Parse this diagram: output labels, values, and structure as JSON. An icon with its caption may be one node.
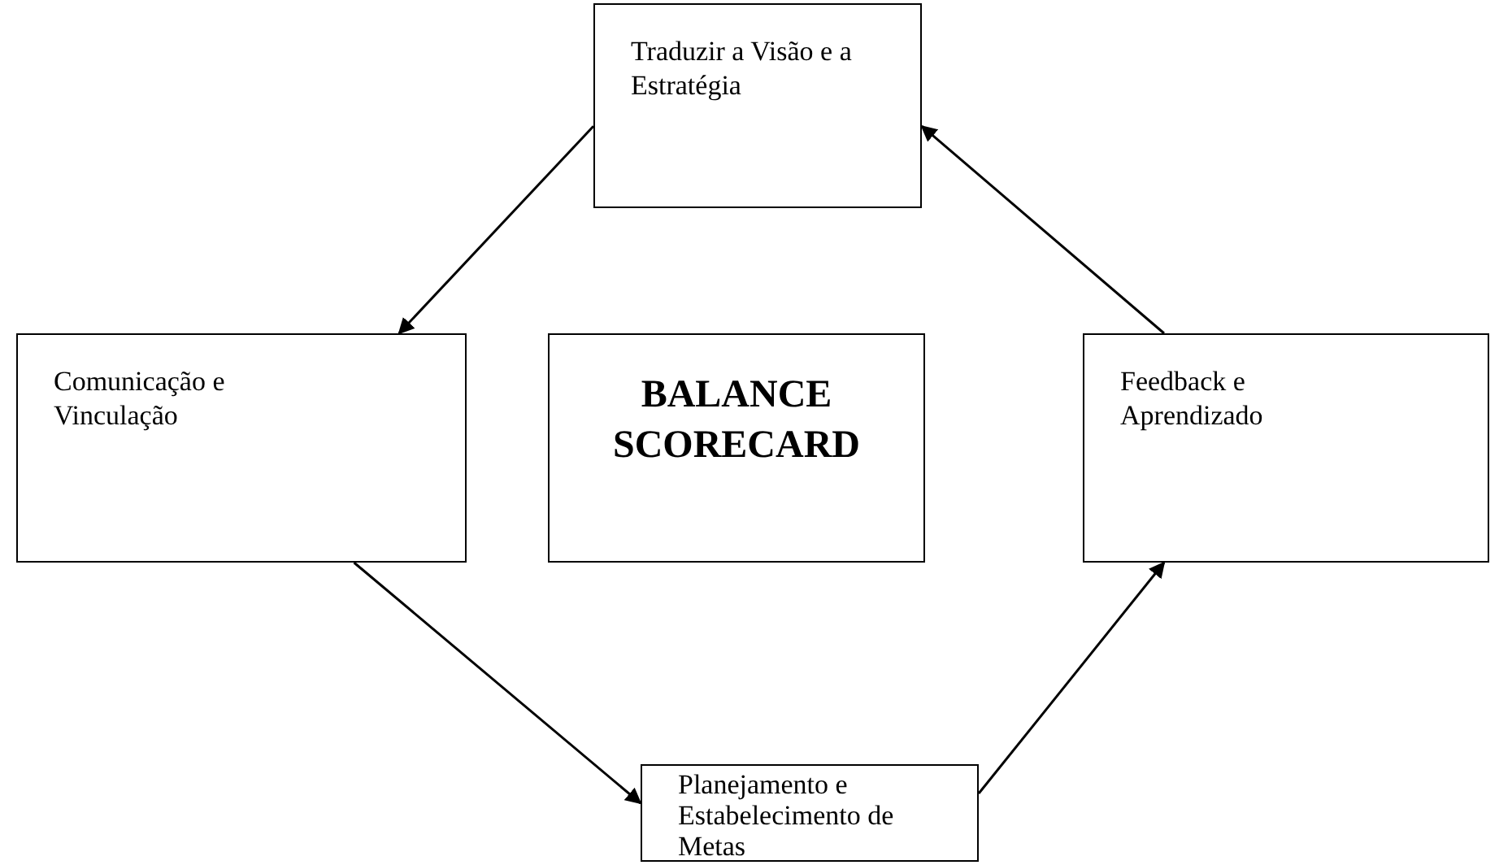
{
  "diagram": {
    "nodes": [
      {
        "text": [
          "Traduzir a Visão e a Estratégia"
        ]
      },
      {
        "text": [
          "Comunicação e Vinculação"
        ]
      },
      {
        "text": [
          "BALANCE SCORECARD"
        ]
      },
      {
        "text": [
          "Feedback e Aprendizado"
        ]
      },
      {
        "text": [
          "Planejamento e Estabelecimento de Metas"
        ]
      }
    ],
    "edges": [
      {
        "from": 0,
        "to": 1,
        "arrow": "to"
      },
      {
        "from": 3,
        "to": 0,
        "arrow": "to"
      },
      {
        "from": 1,
        "to": 4,
        "arrow": "to"
      },
      {
        "from": 4,
        "to": 3,
        "arrow": "to"
      }
    ]
  }
}
